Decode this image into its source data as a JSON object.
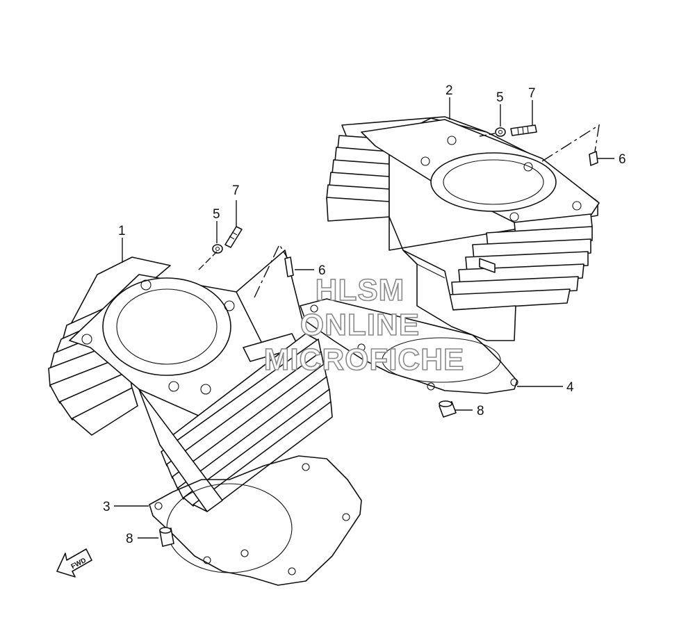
{
  "watermark": {
    "line1": "HLSM",
    "line2": "ONLINE",
    "line3": "MICROFICHE"
  },
  "direction_label": "FWD",
  "callouts": [
    {
      "id": "1",
      "label": "1"
    },
    {
      "id": "2",
      "label": "2"
    },
    {
      "id": "3",
      "label": "3"
    },
    {
      "id": "4",
      "label": "4"
    },
    {
      "id": "5a",
      "label": "5"
    },
    {
      "id": "5b",
      "label": "5"
    },
    {
      "id": "6a",
      "label": "6"
    },
    {
      "id": "6b",
      "label": "6"
    },
    {
      "id": "7a",
      "label": "7"
    },
    {
      "id": "7b",
      "label": "7"
    },
    {
      "id": "8a",
      "label": "8"
    },
    {
      "id": "8b",
      "label": "8"
    }
  ]
}
